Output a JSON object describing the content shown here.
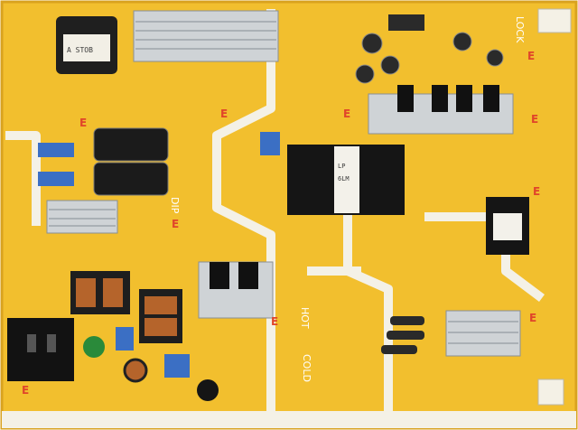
{
  "board": {
    "pcb_color": "#f2bf2e",
    "silk_color": "#ffffff",
    "marking_color": "#e0452a"
  },
  "silkscreen": {
    "lock": "LOCK",
    "dip": "DIP",
    "hot": "HOT",
    "cold": "COLD"
  },
  "transformer_labels": {
    "main_top": "LP",
    "main_bottom": "6LM"
  },
  "icons": [
    "capacitor-icon",
    "transformer-icon",
    "heatsink-icon",
    "ac-inlet-icon",
    "choke-coil-icon"
  ]
}
